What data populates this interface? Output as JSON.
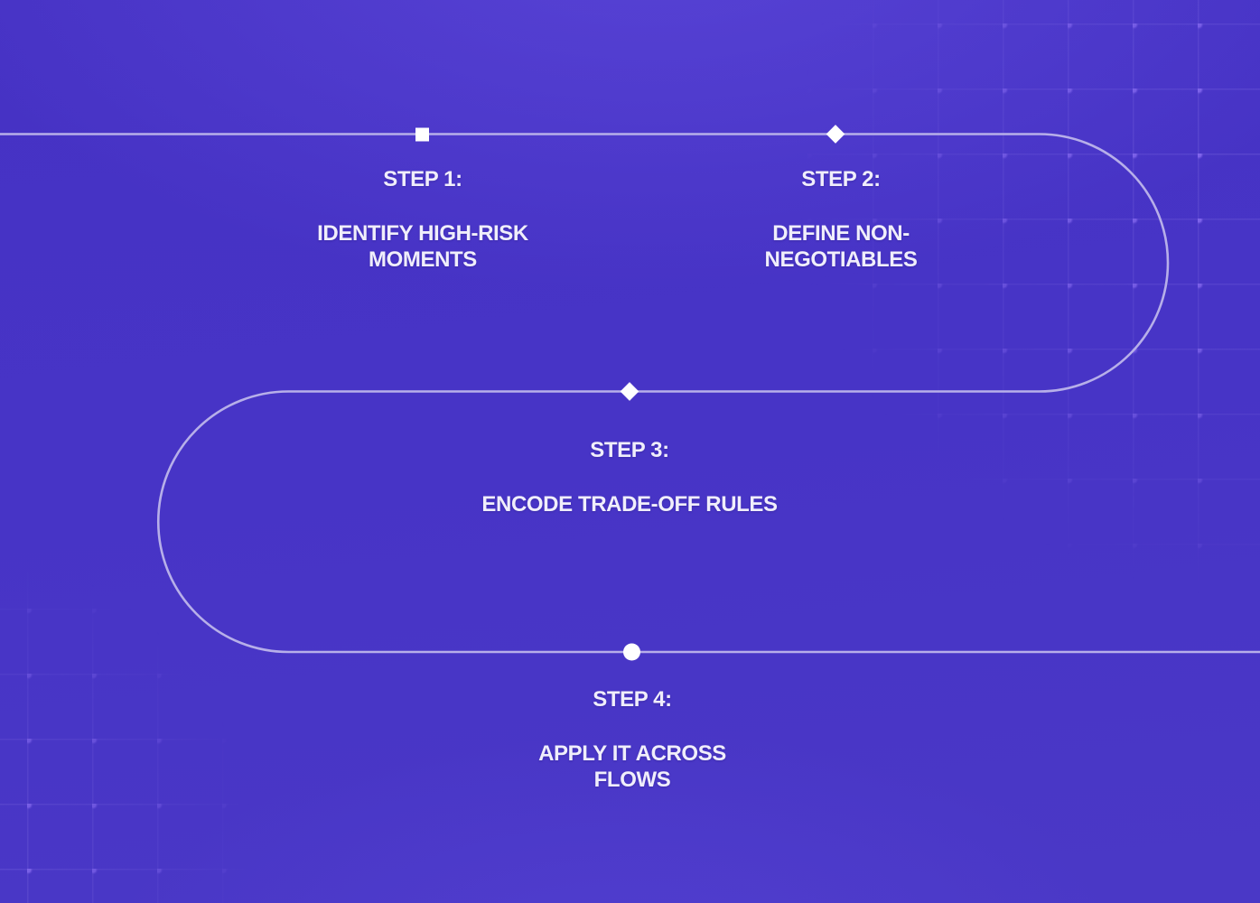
{
  "diagram": {
    "type": "serpentine-process-flow",
    "steps": [
      {
        "title": "STEP 1:",
        "lines": [
          "IDENTIFY HIGH-RISK",
          "MOMENTS"
        ],
        "marker": "square"
      },
      {
        "title": "STEP 2:",
        "lines": [
          "DEFINE NON-",
          "NEGOTIABLES"
        ],
        "marker": "diamond"
      },
      {
        "title": "STEP 3:",
        "lines": [
          "ENCODE TRADE-OFF RULES"
        ],
        "marker": "diamond"
      },
      {
        "title": "STEP 4:",
        "lines": [
          "APPLY IT ACROSS",
          "FLOWS"
        ],
        "marker": "circle"
      }
    ],
    "colors": {
      "background": "#4734c6",
      "background_highlight": "#5a46d6",
      "connector_line": "#b7afe9",
      "marker_fill": "#ffffff",
      "text": "#f0eefb",
      "grid": "#9e7eff"
    }
  }
}
